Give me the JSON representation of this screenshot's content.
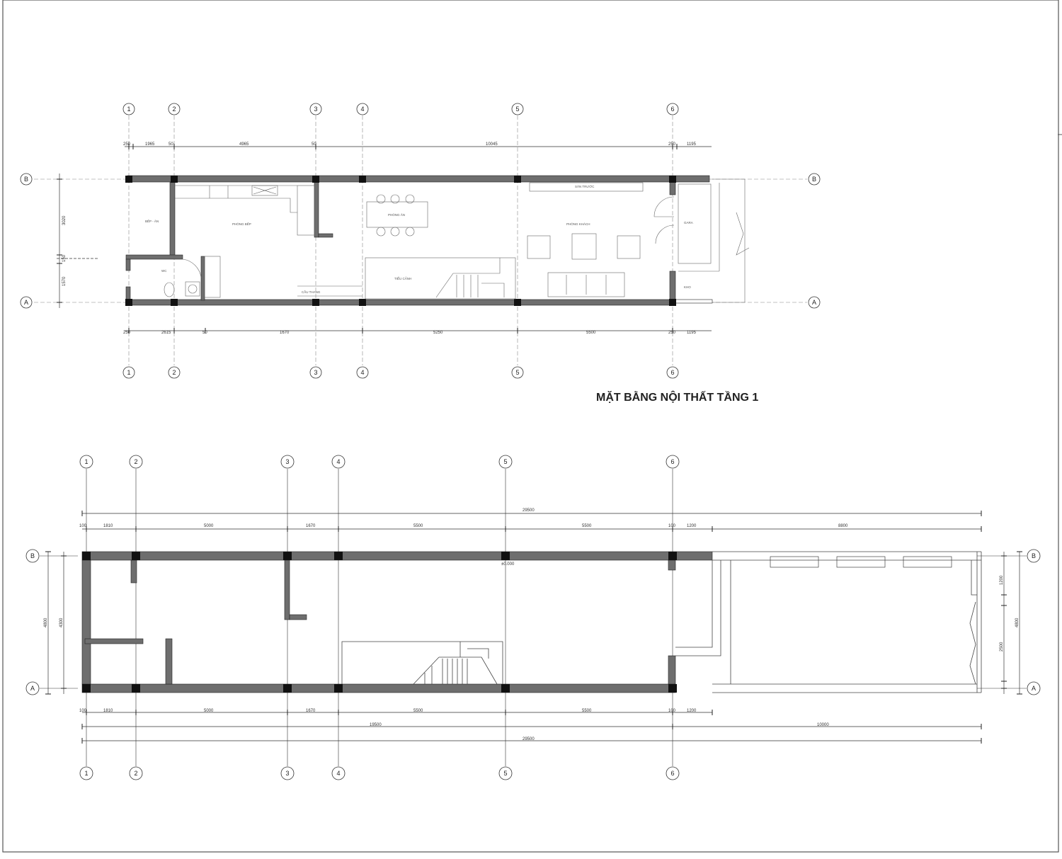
{
  "plan1": {
    "title": "MẶT BẰNG NỘI THẤT TẦNG 1",
    "grid_columns": [
      "1",
      "2",
      "3",
      "4",
      "5",
      "6"
    ],
    "grid_rows": [
      "B",
      "A"
    ],
    "top_dims": [
      "250",
      "1965",
      "50",
      "4965",
      "50",
      "10045",
      "250",
      "1195"
    ],
    "bottom_dims": [
      "250",
      "2615",
      "50",
      "1670",
      "5250",
      "5500",
      "250",
      "1195"
    ],
    "left_dims": [
      "3020",
      "150",
      "1570"
    ],
    "rooms": [
      "BẾP - ĂN",
      "PHÒNG BẾP",
      "PHÒNG ĂN",
      "PHÒNG KHÁCH",
      "SÂN TRƯỚC",
      "WC",
      "TIỂU CẢNH",
      "CẦU THANG",
      "GARA",
      "KHO"
    ]
  },
  "plan2": {
    "grid_columns": [
      "1",
      "2",
      "3",
      "4",
      "5",
      "6"
    ],
    "grid_rows": [
      "B",
      "A"
    ],
    "overall_top": "29500",
    "top_dims": [
      "100",
      "1810",
      "5000",
      "1670",
      "5500",
      "5500",
      "100",
      "1200",
      "8800"
    ],
    "bottom_dims": [
      "100",
      "1810",
      "5000",
      "1670",
      "5500",
      "5500",
      "100",
      "1200"
    ],
    "bottom_sub": [
      "19500",
      "10000"
    ],
    "overall_bottom": "29500",
    "left_dims": [
      "4800",
      "4300"
    ],
    "right_dims": [
      "1200",
      "2500",
      "4800"
    ],
    "level_mark": "±0.000"
  }
}
